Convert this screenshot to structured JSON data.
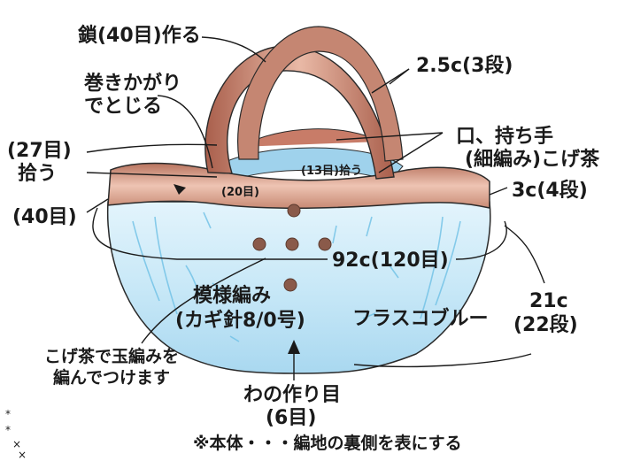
{
  "labels": {
    "chain_40": "鎖(40目)作る",
    "handle_rows": "2.5c(3段)",
    "whip_line1": "巻きかがり",
    "whip_line2": "でとじる",
    "mouth_handle_line1": "口、持ち手",
    "mouth_handle_line2": "(細編み)こげ茶",
    "pick_27_line1": "(27目)",
    "pick_27_line2": "拾う",
    "pick_13": "(13目)拾う",
    "stitches_20": "(20目)",
    "rim_rows": "3c(4段)",
    "stitches_40": "(40目)",
    "circumference": "92c(120目)",
    "pattern_line1": "模様編み",
    "pattern_line2": "(カギ針8/0号)",
    "color_flask_blue": "フラスコブルー",
    "height_line1": "21c",
    "height_line2": "(22段)",
    "bobble_line1": "こげ茶で玉編みを",
    "bobble_line2": "編んでつけます",
    "ring_line1": "わの作り目",
    "ring_line2": "(6目)",
    "note": "※本体・・・編地の裏側を表にする"
  },
  "colors": {
    "body_blue": "#bfe3f5",
    "body_blue_dark": "#5ab4e0",
    "rim_brown": "#c0826e",
    "rim_brown_light": "#eec2b0",
    "handle_brown": "#b86c58",
    "bobble_brown": "#8a5a4a",
    "ink": "#1a1a1a"
  }
}
